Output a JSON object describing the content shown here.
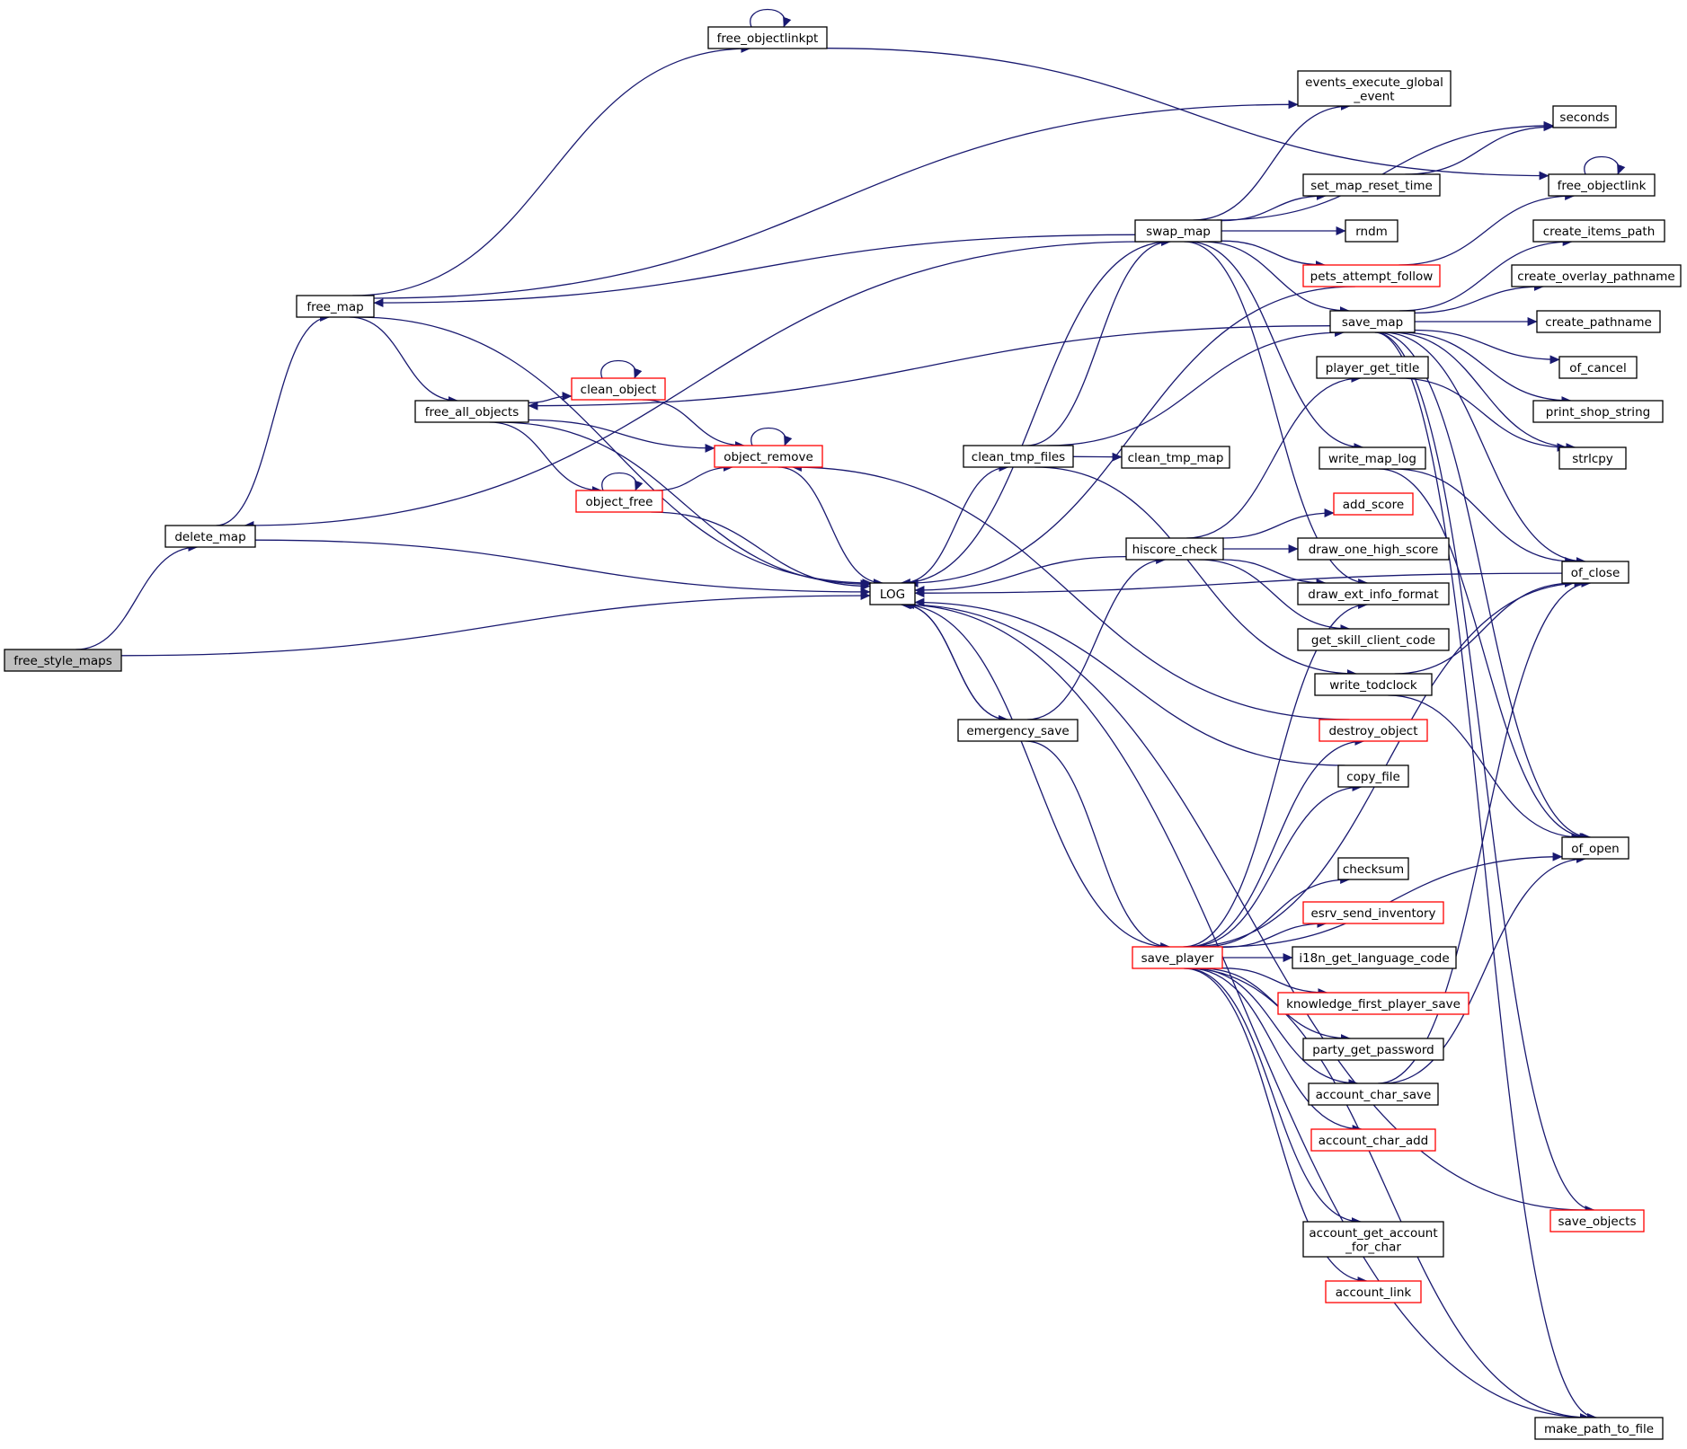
{
  "colors": {
    "edge": "#191970",
    "box_border": "#000000",
    "link_border": "#ff0000",
    "root_fill": "#bfbfbf",
    "node_fill": "#ffffff"
  },
  "nodes": [
    {
      "id": "free_style_maps",
      "lines": [
        "free_style_maps"
      ],
      "style": "root"
    },
    {
      "id": "delete_map",
      "lines": [
        "delete_map"
      ],
      "style": "normal"
    },
    {
      "id": "free_map",
      "lines": [
        "free_map"
      ],
      "style": "normal"
    },
    {
      "id": "LOG",
      "lines": [
        "LOG"
      ],
      "style": "normal"
    },
    {
      "id": "free_objectlinkpt",
      "lines": [
        "free_objectlinkpt"
      ],
      "style": "normal"
    },
    {
      "id": "events_execute_global_event",
      "lines": [
        "events_execute_global",
        "_event"
      ],
      "style": "normal"
    },
    {
      "id": "free_all_objects",
      "lines": [
        "free_all_objects"
      ],
      "style": "normal"
    },
    {
      "id": "swap_map",
      "lines": [
        "swap_map"
      ],
      "style": "normal"
    },
    {
      "id": "seconds",
      "lines": [
        "seconds"
      ],
      "style": "normal"
    },
    {
      "id": "free_objectlink",
      "lines": [
        "free_objectlink"
      ],
      "style": "normal"
    },
    {
      "id": "set_map_reset_time",
      "lines": [
        "set_map_reset_time"
      ],
      "style": "normal"
    },
    {
      "id": "rndm",
      "lines": [
        "rndm"
      ],
      "style": "normal"
    },
    {
      "id": "create_items_path",
      "lines": [
        "create_items_path"
      ],
      "style": "normal"
    },
    {
      "id": "pets_attempt_follow",
      "lines": [
        "pets_attempt_follow"
      ],
      "style": "red"
    },
    {
      "id": "create_overlay_pathname",
      "lines": [
        "create_overlay_pathname"
      ],
      "style": "normal"
    },
    {
      "id": "save_map",
      "lines": [
        "save_map"
      ],
      "style": "normal"
    },
    {
      "id": "create_pathname",
      "lines": [
        "create_pathname"
      ],
      "style": "normal"
    },
    {
      "id": "of_cancel",
      "lines": [
        "of_cancel"
      ],
      "style": "normal"
    },
    {
      "id": "player_get_title",
      "lines": [
        "player_get_title"
      ],
      "style": "normal"
    },
    {
      "id": "clean_object",
      "lines": [
        "clean_object"
      ],
      "style": "red"
    },
    {
      "id": "print_shop_string",
      "lines": [
        "print_shop_string"
      ],
      "style": "normal"
    },
    {
      "id": "object_remove",
      "lines": [
        "object_remove"
      ],
      "style": "red"
    },
    {
      "id": "clean_tmp_files",
      "lines": [
        "clean_tmp_files"
      ],
      "style": "normal"
    },
    {
      "id": "clean_tmp_map",
      "lines": [
        "clean_tmp_map"
      ],
      "style": "normal"
    },
    {
      "id": "write_map_log",
      "lines": [
        "write_map_log"
      ],
      "style": "normal"
    },
    {
      "id": "strlcpy",
      "lines": [
        "strlcpy"
      ],
      "style": "normal"
    },
    {
      "id": "object_free",
      "lines": [
        "object_free"
      ],
      "style": "red"
    },
    {
      "id": "add_score",
      "lines": [
        "add_score"
      ],
      "style": "red"
    },
    {
      "id": "hiscore_check",
      "lines": [
        "hiscore_check"
      ],
      "style": "normal"
    },
    {
      "id": "draw_one_high_score",
      "lines": [
        "draw_one_high_score"
      ],
      "style": "normal"
    },
    {
      "id": "of_close",
      "lines": [
        "of_close"
      ],
      "style": "normal"
    },
    {
      "id": "draw_ext_info_format",
      "lines": [
        "draw_ext_info_format"
      ],
      "style": "normal"
    },
    {
      "id": "get_skill_client_code",
      "lines": [
        "get_skill_client_code"
      ],
      "style": "normal"
    },
    {
      "id": "write_todclock",
      "lines": [
        "write_todclock"
      ],
      "style": "normal"
    },
    {
      "id": "emergency_save",
      "lines": [
        "emergency_save"
      ],
      "style": "normal"
    },
    {
      "id": "destroy_object",
      "lines": [
        "destroy_object"
      ],
      "style": "red"
    },
    {
      "id": "copy_file",
      "lines": [
        "copy_file"
      ],
      "style": "normal"
    },
    {
      "id": "of_open",
      "lines": [
        "of_open"
      ],
      "style": "normal"
    },
    {
      "id": "checksum",
      "lines": [
        "checksum"
      ],
      "style": "normal"
    },
    {
      "id": "esrv_send_inventory",
      "lines": [
        "esrv_send_inventory"
      ],
      "style": "red"
    },
    {
      "id": "save_player",
      "lines": [
        "save_player"
      ],
      "style": "red"
    },
    {
      "id": "i18n_get_language_code",
      "lines": [
        "i18n_get_language_code"
      ],
      "style": "normal"
    },
    {
      "id": "knowledge_first_player_save",
      "lines": [
        "knowledge_first_player_save"
      ],
      "style": "red"
    },
    {
      "id": "party_get_password",
      "lines": [
        "party_get_password"
      ],
      "style": "normal"
    },
    {
      "id": "account_char_save",
      "lines": [
        "account_char_save"
      ],
      "style": "normal"
    },
    {
      "id": "account_char_add",
      "lines": [
        "account_char_add"
      ],
      "style": "red"
    },
    {
      "id": "save_objects",
      "lines": [
        "save_objects"
      ],
      "style": "red"
    },
    {
      "id": "account_get_account_for_char",
      "lines": [
        "account_get_account",
        "_for_char"
      ],
      "style": "normal"
    },
    {
      "id": "account_link",
      "lines": [
        "account_link"
      ],
      "style": "red"
    },
    {
      "id": "make_path_to_file",
      "lines": [
        "make_path_to_file"
      ],
      "style": "normal"
    }
  ],
  "edges": [
    {
      "from": "free_style_maps",
      "to": "delete_map"
    },
    {
      "from": "free_style_maps",
      "to": "LOG"
    },
    {
      "from": "delete_map",
      "to": "free_map"
    },
    {
      "from": "delete_map",
      "to": "LOG"
    },
    {
      "from": "free_map",
      "to": "free_objectlinkpt"
    },
    {
      "from": "free_map",
      "to": "events_execute_global_event"
    },
    {
      "from": "free_map",
      "to": "free_all_objects"
    },
    {
      "from": "free_map",
      "to": "LOG"
    },
    {
      "from": "free_objectlinkpt",
      "to": "free_objectlinkpt"
    },
    {
      "from": "free_objectlinkpt",
      "to": "free_objectlink"
    },
    {
      "from": "free_objectlink",
      "to": "free_objectlink"
    },
    {
      "from": "free_all_objects",
      "to": "clean_object"
    },
    {
      "from": "free_all_objects",
      "to": "object_remove"
    },
    {
      "from": "free_all_objects",
      "to": "object_free"
    },
    {
      "from": "free_all_objects",
      "to": "LOG"
    },
    {
      "from": "clean_object",
      "to": "clean_object"
    },
    {
      "from": "clean_object",
      "to": "object_remove"
    },
    {
      "from": "object_remove",
      "to": "object_remove"
    },
    {
      "from": "object_remove",
      "to": "LOG"
    },
    {
      "from": "object_free",
      "to": "object_free"
    },
    {
      "from": "object_free",
      "to": "object_remove"
    },
    {
      "from": "object_free",
      "to": "LOG"
    },
    {
      "from": "LOG",
      "to": "clean_tmp_files"
    },
    {
      "from": "LOG",
      "to": "emergency_save"
    },
    {
      "from": "swap_map",
      "to": "delete_map"
    },
    {
      "from": "swap_map",
      "to": "free_map"
    },
    {
      "from": "swap_map",
      "to": "LOG"
    },
    {
      "from": "swap_map",
      "to": "events_execute_global_event"
    },
    {
      "from": "swap_map",
      "to": "seconds"
    },
    {
      "from": "swap_map",
      "to": "set_map_reset_time"
    },
    {
      "from": "swap_map",
      "to": "rndm"
    },
    {
      "from": "swap_map",
      "to": "pets_attempt_follow"
    },
    {
      "from": "swap_map",
      "to": "save_map"
    },
    {
      "from": "swap_map",
      "to": "write_map_log"
    },
    {
      "from": "swap_map",
      "to": "draw_ext_info_format"
    },
    {
      "from": "set_map_reset_time",
      "to": "seconds"
    },
    {
      "from": "pets_attempt_follow",
      "to": "free_objectlink"
    },
    {
      "from": "pets_attempt_follow",
      "to": "LOG"
    },
    {
      "from": "save_map",
      "to": "free_all_objects"
    },
    {
      "from": "save_map",
      "to": "create_items_path"
    },
    {
      "from": "save_map",
      "to": "create_overlay_pathname"
    },
    {
      "from": "save_map",
      "to": "create_pathname"
    },
    {
      "from": "save_map",
      "to": "of_cancel"
    },
    {
      "from": "save_map",
      "to": "print_shop_string"
    },
    {
      "from": "save_map",
      "to": "strlcpy"
    },
    {
      "from": "save_map",
      "to": "of_close"
    },
    {
      "from": "save_map",
      "to": "of_open"
    },
    {
      "from": "save_map",
      "to": "save_objects"
    },
    {
      "from": "save_map",
      "to": "make_path_to_file"
    },
    {
      "from": "clean_tmp_files",
      "to": "swap_map"
    },
    {
      "from": "clean_tmp_files",
      "to": "save_map"
    },
    {
      "from": "clean_tmp_files",
      "to": "clean_tmp_map"
    },
    {
      "from": "clean_tmp_files",
      "to": "write_todclock"
    },
    {
      "from": "write_map_log",
      "to": "of_close"
    },
    {
      "from": "write_map_log",
      "to": "of_open"
    },
    {
      "from": "player_get_title",
      "to": "strlcpy"
    },
    {
      "from": "hiscore_check",
      "to": "LOG"
    },
    {
      "from": "hiscore_check",
      "to": "player_get_title"
    },
    {
      "from": "hiscore_check",
      "to": "add_score"
    },
    {
      "from": "hiscore_check",
      "to": "draw_one_high_score"
    },
    {
      "from": "hiscore_check",
      "to": "draw_ext_info_format"
    },
    {
      "from": "hiscore_check",
      "to": "get_skill_client_code"
    },
    {
      "from": "write_todclock",
      "to": "of_close"
    },
    {
      "from": "write_todclock",
      "to": "of_open"
    },
    {
      "from": "emergency_save",
      "to": "hiscore_check"
    },
    {
      "from": "emergency_save",
      "to": "save_player"
    },
    {
      "from": "emergency_save",
      "to": "LOG"
    },
    {
      "from": "destroy_object",
      "to": "object_remove"
    },
    {
      "from": "copy_file",
      "to": "LOG"
    },
    {
      "from": "of_close",
      "to": "LOG"
    },
    {
      "from": "save_player",
      "to": "LOG"
    },
    {
      "from": "save_player",
      "to": "draw_ext_info_format"
    },
    {
      "from": "save_player",
      "to": "destroy_object"
    },
    {
      "from": "save_player",
      "to": "copy_file"
    },
    {
      "from": "save_player",
      "to": "of_close"
    },
    {
      "from": "save_player",
      "to": "checksum"
    },
    {
      "from": "save_player",
      "to": "esrv_send_inventory"
    },
    {
      "from": "save_player",
      "to": "i18n_get_language_code"
    },
    {
      "from": "save_player",
      "to": "knowledge_first_player_save"
    },
    {
      "from": "save_player",
      "to": "party_get_password"
    },
    {
      "from": "save_player",
      "to": "account_char_save"
    },
    {
      "from": "save_player",
      "to": "account_char_add"
    },
    {
      "from": "save_player",
      "to": "account_get_account_for_char"
    },
    {
      "from": "save_player",
      "to": "account_link"
    },
    {
      "from": "save_player",
      "to": "of_open"
    },
    {
      "from": "save_player",
      "to": "make_path_to_file"
    },
    {
      "from": "account_char_save",
      "to": "of_close"
    },
    {
      "from": "account_char_save",
      "to": "of_open"
    },
    {
      "from": "save_objects",
      "to": "LOG"
    },
    {
      "from": "make_path_to_file",
      "to": "LOG"
    }
  ]
}
